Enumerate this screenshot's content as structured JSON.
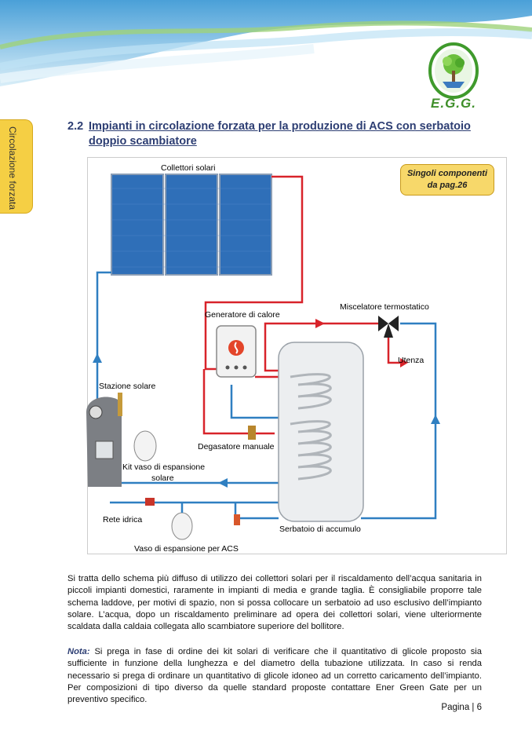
{
  "brand": {
    "logo_text": "E.G.G."
  },
  "side_tab": {
    "label": "Circolazione forzata"
  },
  "heading": {
    "number": "2.2",
    "title": "Impianti in circolazione forzata per la produzione di ACS con serbatoio doppio scambiatore"
  },
  "callout": {
    "line1": "Singoli componenti",
    "line2": "da pag.26"
  },
  "diagram": {
    "labels": {
      "collectors": "Collettori solari",
      "mixer": "Miscelatore termostatico",
      "generator": "Generatore di calore",
      "utenza": "Utenza",
      "solar_station": "Stazione solare",
      "degasser": "Degasatore manuale",
      "kit_vessel_1": "Kit vaso di espansione",
      "kit_vessel_2": "solare",
      "water_supply": "Rete idrica",
      "storage_tank": "Serbatoio di accumulo",
      "acs_vessel": "Vaso di espansione per ACS"
    },
    "colors": {
      "hot": "#d8232a",
      "cold": "#2f7fc1",
      "panel": "#2f6fb8"
    }
  },
  "body": {
    "paragraph": "Si tratta dello schema più diffuso di utilizzo dei collettori solari per il riscaldamento dell’acqua sanitaria in piccoli impianti domestici, raramente in impianti di media e grande taglia. È consigliabile proporre tale schema laddove, per motivi di spazio, non si possa collocare un serbatoio ad uso esclusivo dell’impianto solare. L’acqua, dopo un riscaldamento preliminare ad opera dei collettori solari, viene ulteriormente scaldata dalla caldaia collegata allo scambiatore superiore del bollitore.",
    "note_label": "Nota:",
    "note_text": " Si prega in fase di ordine dei kit solari di verificare che il quantitativo di glicole proposto sia sufficiente in funzione della lunghezza e del diametro della tubazione utilizzata. In caso si renda necessario si prega di ordinare un quantitativo di glicole idoneo ad un corretto caricamento dell’impianto. Per composizioni di tipo diverso da quelle standard proposte contattare Ener Green Gate per un preventivo specifico."
  },
  "footer": {
    "page": "Pagina | 6"
  }
}
